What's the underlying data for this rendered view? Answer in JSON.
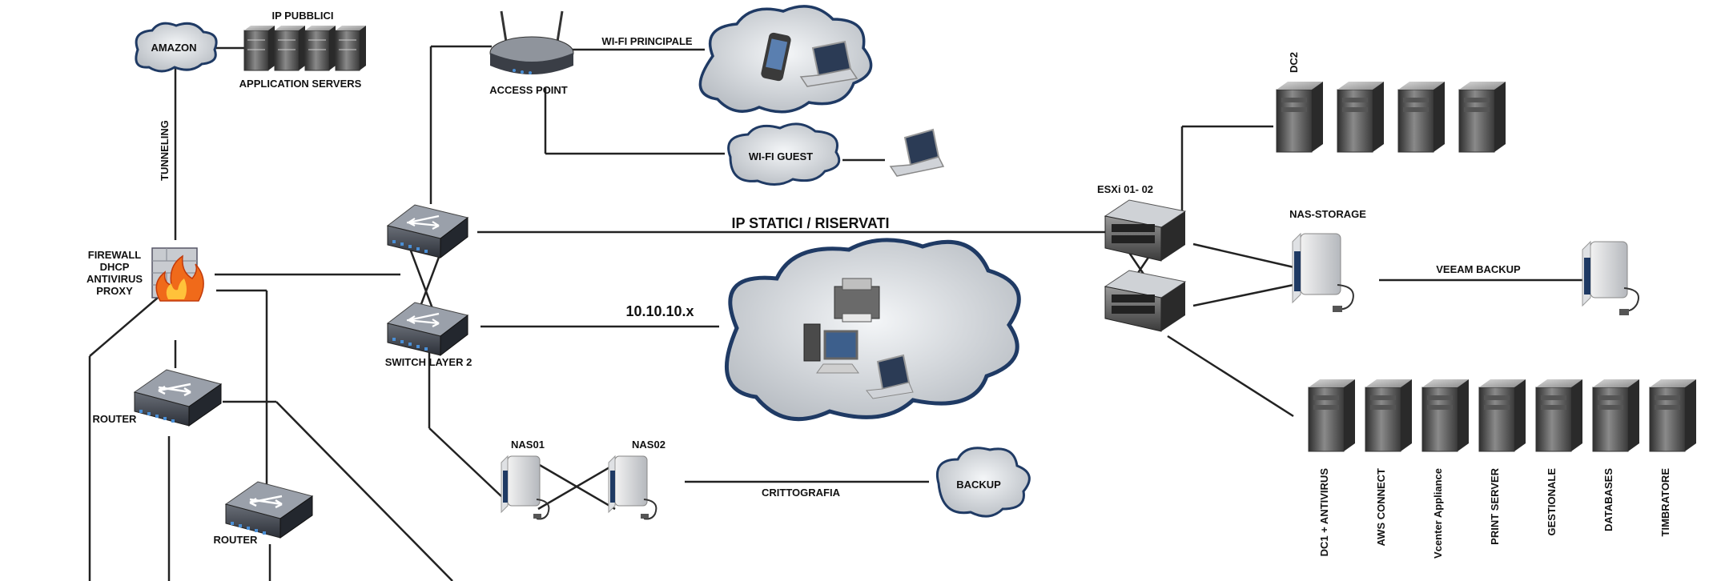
{
  "cloud_labels": {
    "amazon": "AMAZON",
    "wifi_guest": "WI-FI GUEST",
    "backup": "BACKUP"
  },
  "labels": {
    "ip_pubblici": "IP PUBBLICI",
    "application_servers": "APPLICATION SERVERS",
    "tunneling": "TUNNELING",
    "firewall": [
      "FIREWALL",
      "DHCP",
      "ANTIVIRUS",
      "PROXY"
    ],
    "router_1": "ROUTER",
    "router_2": "ROUTER",
    "access_point": "ACCESS POINT",
    "wifi_principale": "WI-FI PRINCIPALE",
    "switch_layer2": "SWITCH LAYER 2",
    "ip_statici": "IP STATICI / RISERVATI",
    "subnet": "10.10.10.x",
    "nas01": "NAS01",
    "nas02": "NAS02",
    "crittografia": "CRITTOGRAFIA",
    "esxi": "ESXi 01- 02",
    "dc2": "DC2",
    "nas_storage": "NAS-STORAGE",
    "veeam_backup": "VEEAM BACKUP"
  },
  "vm_servers": [
    "DC1 + ANTIVIRUS",
    "AWS CONNECT",
    "Vcenter Appliance",
    "PRINT SERVER",
    "GESTIONALE",
    "DATABASES",
    "TIMBRATORE"
  ],
  "colors": {
    "line": "#222222",
    "cloud_outline": "#1f3a64",
    "server_dark": "#3c3c3c",
    "switch_blue": "#2f4f7a"
  }
}
